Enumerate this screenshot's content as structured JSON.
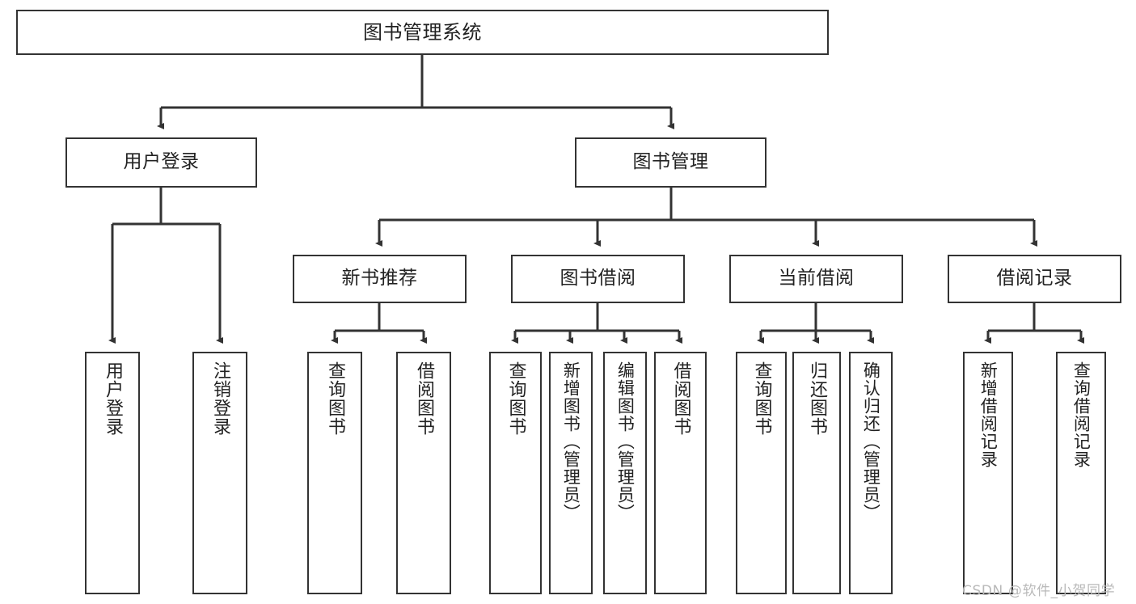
{
  "diagram": {
    "title": "图书管理系统",
    "type": "tree",
    "orientation": "top-down",
    "colors": {
      "box_border": "#333333",
      "box_fill": "#ffffff",
      "connector": "#333333",
      "text": "#222222",
      "watermark": "#b9b9b9",
      "background": "#ffffff"
    },
    "levels": {
      "root": {
        "label": "图书管理系统"
      },
      "level2": [
        {
          "id": "user-login",
          "label": "用户登录"
        },
        {
          "id": "book-management",
          "label": "图书管理"
        }
      ],
      "level3": [
        {
          "id": "new-book-recommend",
          "label": "新书推荐",
          "parent": "book-management"
        },
        {
          "id": "book-borrow",
          "label": "图书借阅",
          "parent": "book-management"
        },
        {
          "id": "current-borrow",
          "label": "当前借阅",
          "parent": "book-management"
        },
        {
          "id": "borrow-record",
          "label": "借阅记录",
          "parent": "book-management"
        }
      ],
      "leaves": [
        {
          "id": "leaf-user-login",
          "label": "用户登录",
          "parent": "user-login"
        },
        {
          "id": "leaf-logout",
          "label": "注销登录",
          "parent": "user-login"
        },
        {
          "id": "leaf-query-book-1",
          "label": "查询图书",
          "parent": "new-book-recommend"
        },
        {
          "id": "leaf-borrow-book-1",
          "label": "借阅图书",
          "parent": "new-book-recommend"
        },
        {
          "id": "leaf-query-book-2",
          "label": "查询图书",
          "parent": "book-borrow"
        },
        {
          "id": "leaf-add-book",
          "label": "新增图书（管理员）",
          "parent": "book-borrow"
        },
        {
          "id": "leaf-edit-book",
          "label": "编辑图书（管理员）",
          "parent": "book-borrow"
        },
        {
          "id": "leaf-borrow-book-2",
          "label": "借阅图书",
          "parent": "book-borrow"
        },
        {
          "id": "leaf-query-book-3",
          "label": "查询图书",
          "parent": "current-borrow"
        },
        {
          "id": "leaf-return-book",
          "label": "归还图书",
          "parent": "current-borrow"
        },
        {
          "id": "leaf-confirm-return",
          "label": "确认归还（管理员）",
          "parent": "current-borrow"
        },
        {
          "id": "leaf-add-record",
          "label": "新增借阅记录",
          "parent": "borrow-record"
        },
        {
          "id": "leaf-query-record",
          "label": "查询借阅记录",
          "parent": "borrow-record"
        }
      ]
    }
  },
  "watermark": {
    "text": "CSDN @软件_小贺同学"
  }
}
